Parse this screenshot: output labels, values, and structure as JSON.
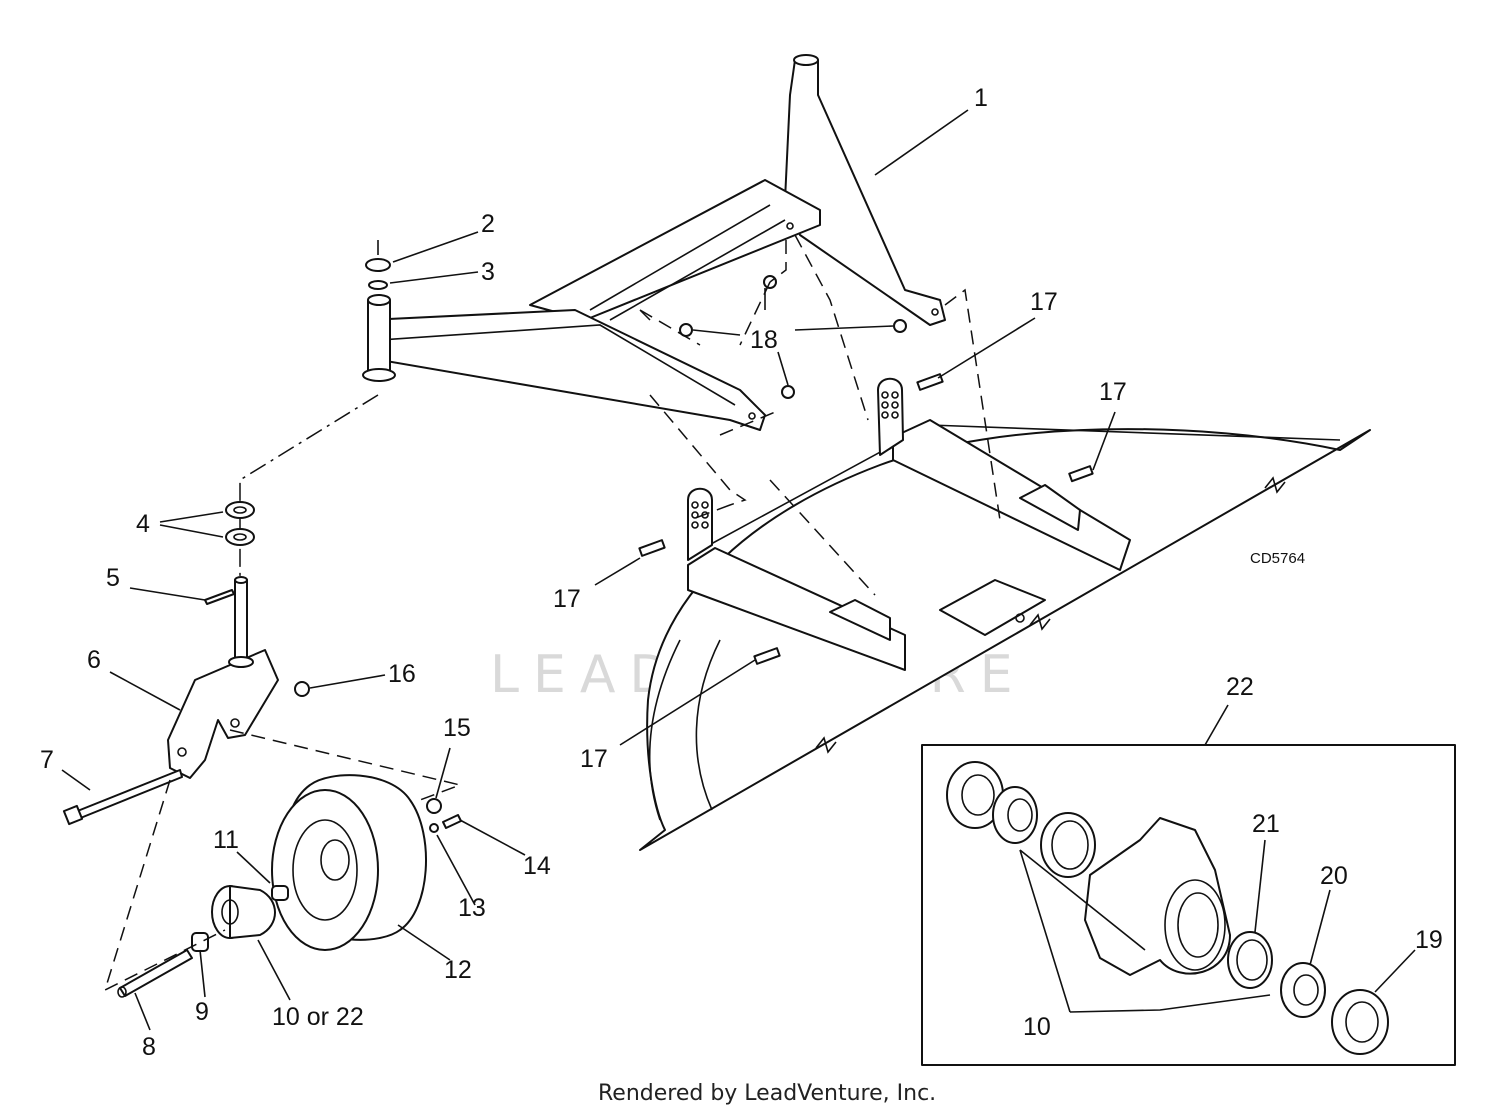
{
  "diagram": {
    "drawing_code": "CD5764",
    "watermark": "LEADVENTURE",
    "credit": "Rendered by LeadVenture, Inc.",
    "labels": {
      "l1": "1",
      "l2": "2",
      "l3": "3",
      "l4": "4",
      "l5": "5",
      "l6": "6",
      "l7": "7",
      "l8": "8",
      "l9": "9",
      "l10or22": "10 or 22",
      "l11": "11",
      "l12": "12",
      "l13": "13",
      "l14": "14",
      "l15": "15",
      "l16": "16",
      "l17a": "17",
      "l17b": "17",
      "l17c": "17",
      "l17d": "17",
      "l18": "18",
      "l19": "19",
      "l20": "20",
      "l21": "21",
      "l22": "22",
      "l10": "10"
    }
  }
}
